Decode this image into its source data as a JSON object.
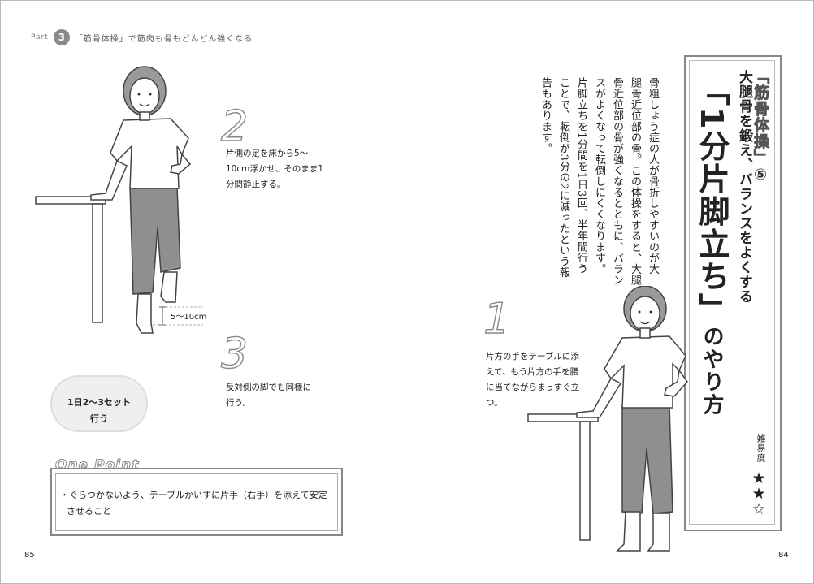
{
  "header": {
    "part_label": "Part",
    "part_number": "3",
    "title": "「筋骨体操」で筋肉も骨もどんどん強くなる"
  },
  "left_page": {
    "page_number": "85",
    "step2": {
      "number": "2",
      "text_line1": "片側の足を床から5～",
      "text_line2": "10cm浮かせ、そのまま1",
      "text_line3": "分間静止する。"
    },
    "measure_label": "5～10cm",
    "step3": {
      "number": "3",
      "text_line1": "反対側の脚でも同様に",
      "text_line2": "行う。"
    },
    "sets": {
      "line1": "1日2～3セット",
      "line2": "行う"
    },
    "one_point": {
      "title": "One Point",
      "line1": "・ぐらつかないよう、テーブルかいすに片手（右手）を添えて安定",
      "line2": "させること"
    }
  },
  "right_page": {
    "page_number": "84",
    "series_label": "「筋骨体操」",
    "series_number": "⑤",
    "subtitle": "大腿骨を鍛え、バランスをよくする",
    "title_main": "「1分片脚立ち」",
    "title_suffix": "のやり方",
    "difficulty_label": "難易度",
    "difficulty_stars": [
      "★",
      "★",
      "☆"
    ],
    "body_paragraph": [
      "骨粗しょう症の人が骨折しやすいのが大",
      "腿骨近位部の骨。この体操をすると、大腿",
      "骨近位部の骨が強くなるとともに、バラン",
      "スがよくなって転倒しにくくなります。",
      "片脚立ちを1分間を1日3回、半年間行う",
      "ことで、転倒が3分の2に減ったという報",
      "告もあります。"
    ],
    "step1": {
      "number": "1",
      "text_line1": "片方の手をテーブルに添",
      "text_line2": "えて、もう片方の手を腰",
      "text_line3": "に当てながらまっすぐ立",
      "text_line4": "つ。"
    }
  }
}
